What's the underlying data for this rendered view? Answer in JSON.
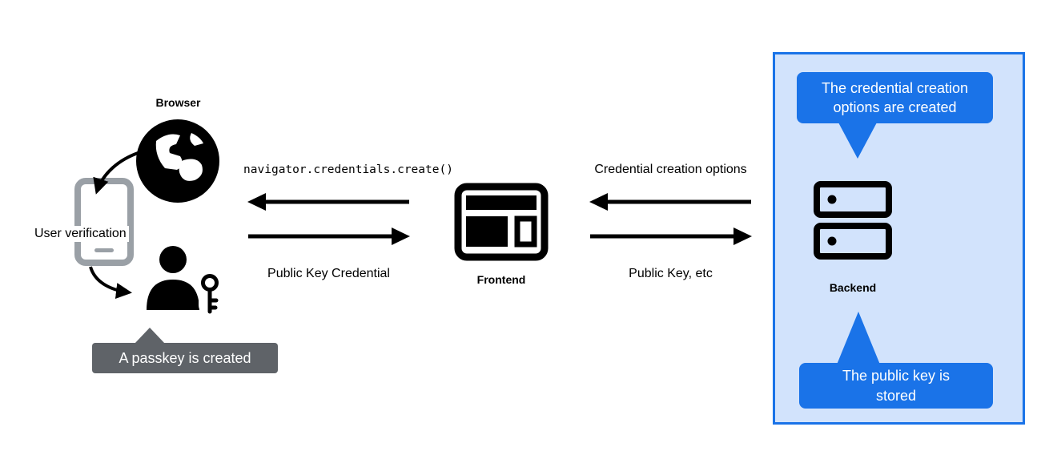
{
  "diagram": {
    "left": {
      "browser_label": "Browser",
      "user_verification": "User verification",
      "passkey_tooltip": "A passkey is created"
    },
    "frontend": {
      "label": "Frontend"
    },
    "backend": {
      "label": "Backend",
      "top_bubble": "The credential creation options are created",
      "bottom_bubble": "The public key is stored"
    },
    "arrows": {
      "to_browser": "navigator.credentials.create()",
      "from_browser": "Public Key Credential",
      "to_frontend": "Credential creation options",
      "from_frontend": "Public Key, etc"
    },
    "colors": {
      "accent_blue": "#1a73e8",
      "panel_blue": "#d2e3fc",
      "tooltip_gray": "#5f6368",
      "phone_gray": "#9aa0a6",
      "black": "#000000"
    }
  }
}
